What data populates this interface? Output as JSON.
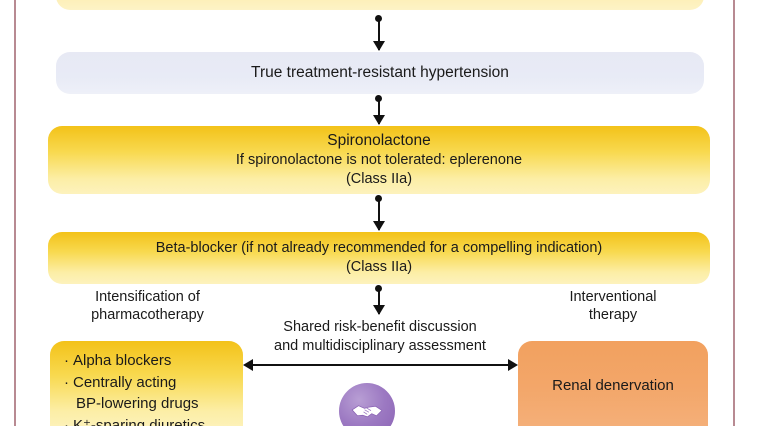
{
  "figure": {
    "type": "clinical-flowchart",
    "topic": "Management of treatment-resistant hypertension",
    "top_box_partial_label": "",
    "colors": {
      "yellow_box": "#f3c219",
      "yellow_box_pale": "#fdeeb4",
      "lavender_box": "#e7e9f4",
      "orange_box": "#f2a15f",
      "page_rule": "#b88a92",
      "handshake_badge": "#9c79c2",
      "connector": "#111111"
    }
  },
  "nodes": {
    "true_trh": {
      "label": "True treatment-resistant hypertension"
    },
    "spironolactone": {
      "line1": "Spironolactone",
      "line2": "If spironolactone is not tolerated: eplerenone",
      "line3": "(Class IIa)"
    },
    "beta_blocker": {
      "line1": "Beta-blocker (if not already recommended for a compelling indication)",
      "line2": "(Class IIa)"
    }
  },
  "columns": {
    "left": {
      "heading_line1": "Intensification of",
      "heading_line2": "pharmacotherapy",
      "items": [
        {
          "bullet": "·",
          "text": "Alpha blockers",
          "continuation": ""
        },
        {
          "bullet": "·",
          "text": "Centrally acting",
          "continuation": "BP-lowering drugs"
        },
        {
          "bullet": "·",
          "text": "K⁺-sparing diuretics",
          "continuation": ""
        }
      ]
    },
    "center": {
      "caption_line1": "Shared risk-benefit discussion",
      "caption_line2": "and multidisciplinary assessment",
      "badge_icon": "handshake-icon"
    },
    "right": {
      "heading_line1": "Interventional",
      "heading_line2": "therapy",
      "box_label": "Renal denervation"
    }
  },
  "connectors": {
    "c1": "arrow-down",
    "c2": "arrow-down",
    "c3": "arrow-down",
    "c4": "arrow-down",
    "horizontal": "double-headed-arrow"
  }
}
